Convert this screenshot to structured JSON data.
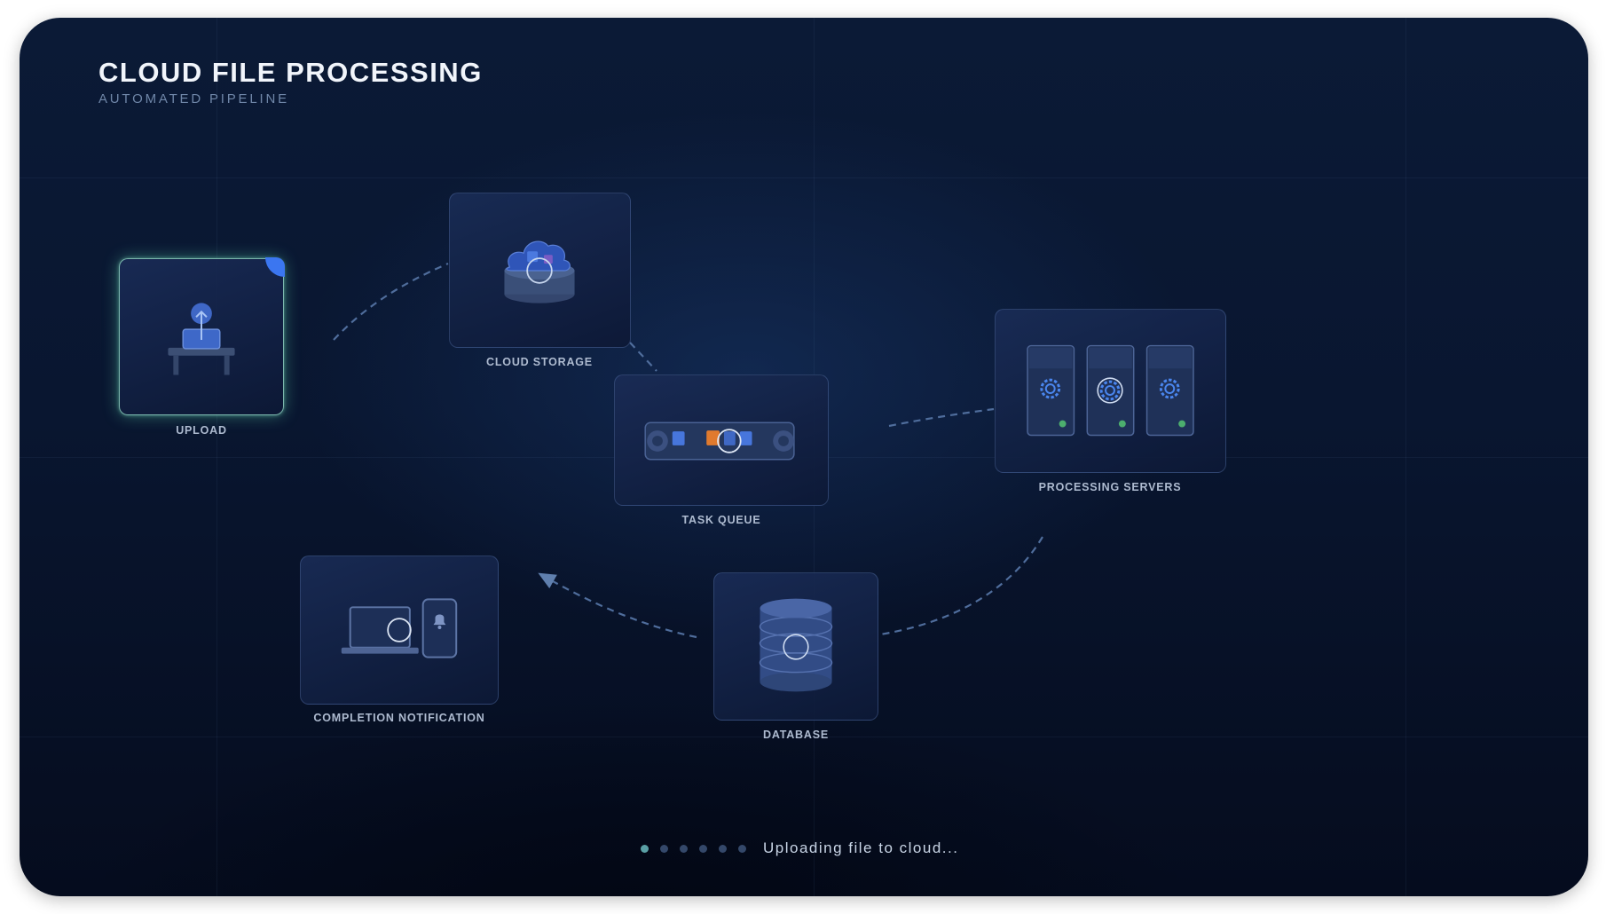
{
  "header": {
    "title": "CLOUD FILE PROCESSING",
    "subtitle": "AUTOMATED PIPELINE"
  },
  "nodes": {
    "upload": {
      "label": "UPLOAD",
      "icon": "upload-workstation-icon",
      "state": "active"
    },
    "cloud_storage": {
      "label": "CLOUD STORAGE",
      "icon": "cloud-storage-icon"
    },
    "task_queue": {
      "label": "TASK QUEUE",
      "icon": "task-queue-icon"
    },
    "processing_servers": {
      "label": "PROCESSING SERVERS",
      "icon": "server-rack-icon"
    },
    "database": {
      "label": "DATABASE",
      "icon": "database-icon"
    },
    "completion_notification": {
      "label": "COMPLETION NOTIFICATION",
      "icon": "laptop-phone-notification-icon"
    }
  },
  "progress": {
    "steps_total": 6,
    "current_step": 1,
    "status_text": "Uploading file to cloud..."
  },
  "colors": {
    "background": "#091630",
    "accent_active": "#5aa0a6",
    "badge": "#3b76f0",
    "queue_item_highlight": "#e07a2e",
    "status_led": "#4cae6e"
  }
}
